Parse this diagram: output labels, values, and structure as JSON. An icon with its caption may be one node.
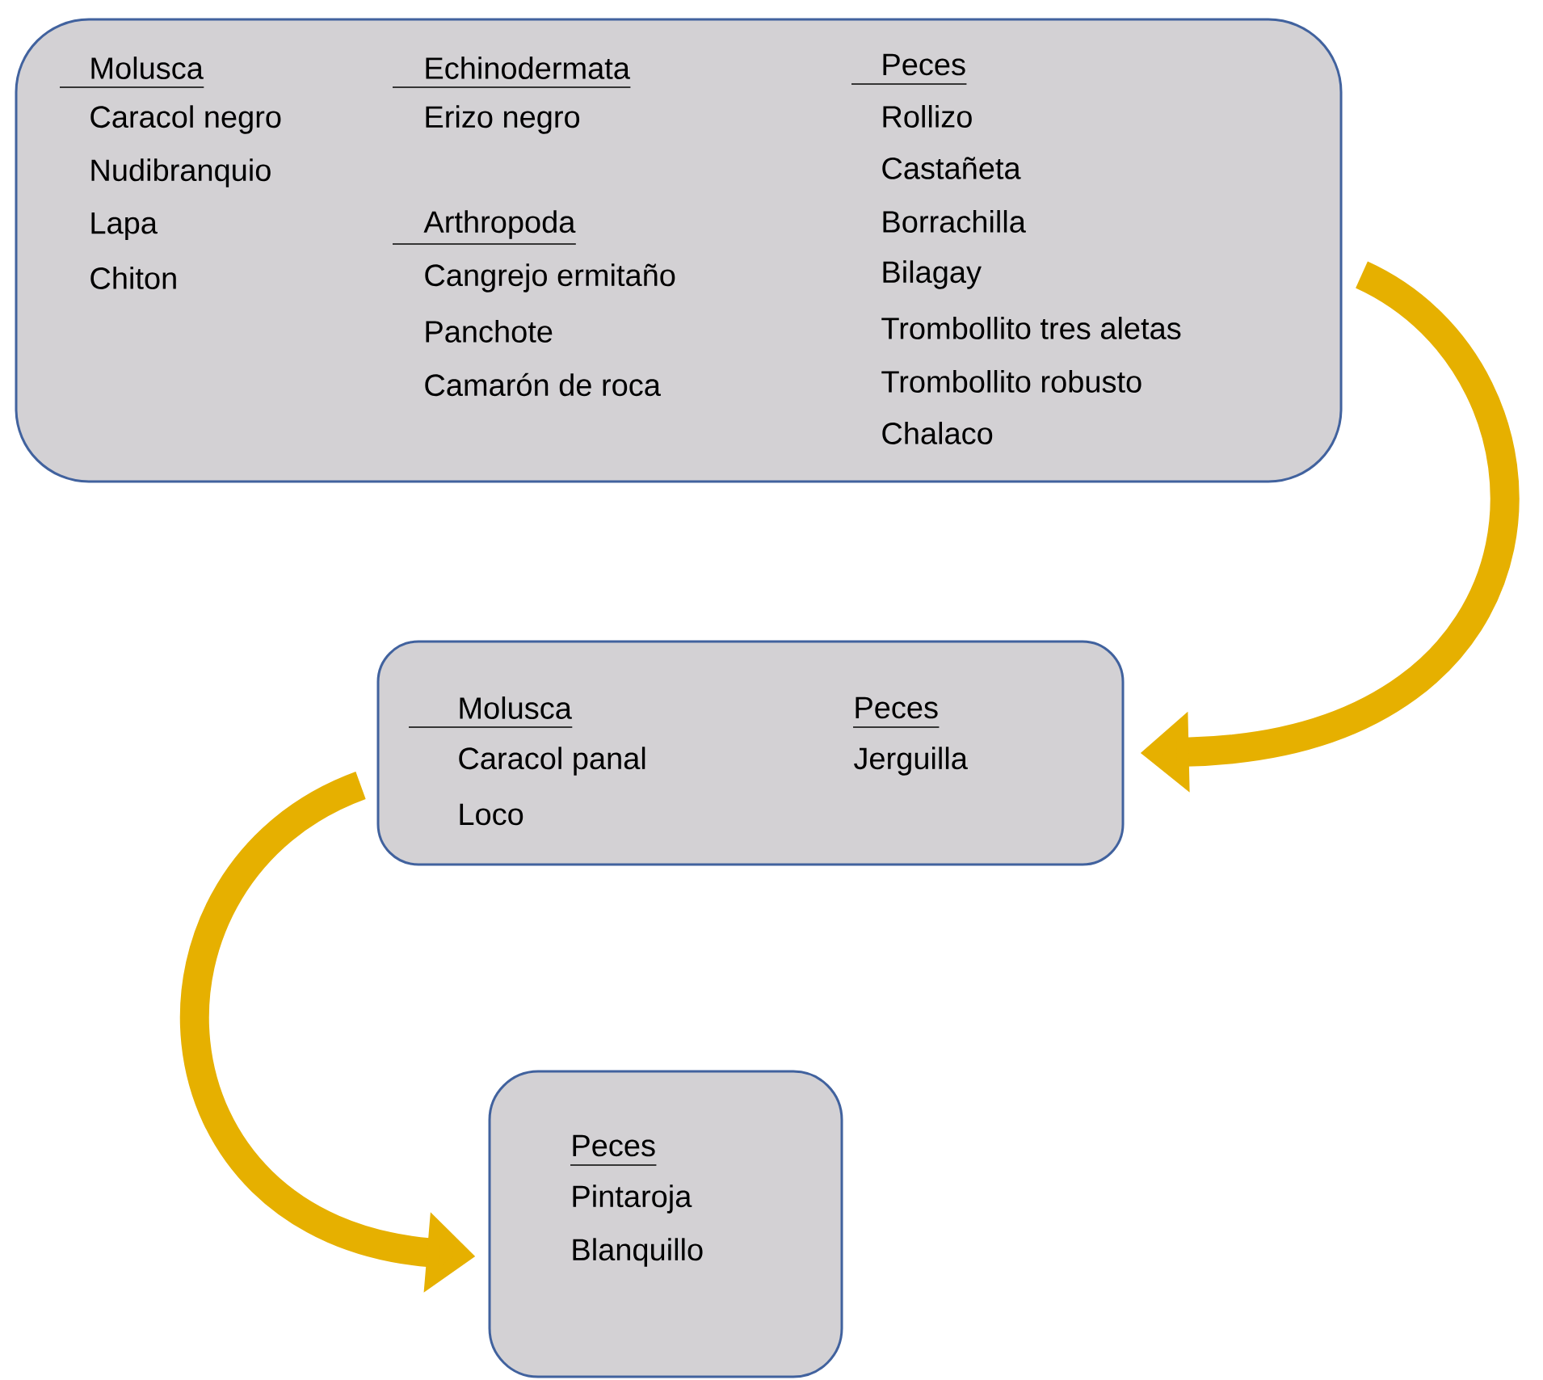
{
  "diagram": {
    "nodes": [
      {
        "text": [
          "Molusca",
          "Caracol negro",
          "Nudibranquio",
          "Lapa",
          "Chiton",
          "Echinodermata",
          "Erizo negro",
          "Arthropoda",
          "Cangrejo ermitaño",
          "Panchote",
          "Camarón de roca",
          "Peces",
          "Rollizo",
          "Castañeta",
          "Borrachilla",
          "Bilagay",
          "Trombollito tres aletas",
          "Trombollito robusto",
          "Chalaco"
        ]
      },
      {
        "text": [
          "Molusca",
          "Caracol panal",
          "Loco",
          "Peces",
          "Jerguilla"
        ]
      },
      {
        "text": [
          "Peces",
          "Pintaroja",
          "Blanquillo"
        ]
      }
    ],
    "edges": [
      {
        "from": 0,
        "to": 1,
        "arrow": "to"
      },
      {
        "from": 1,
        "to": 2,
        "arrow": "to"
      }
    ]
  }
}
